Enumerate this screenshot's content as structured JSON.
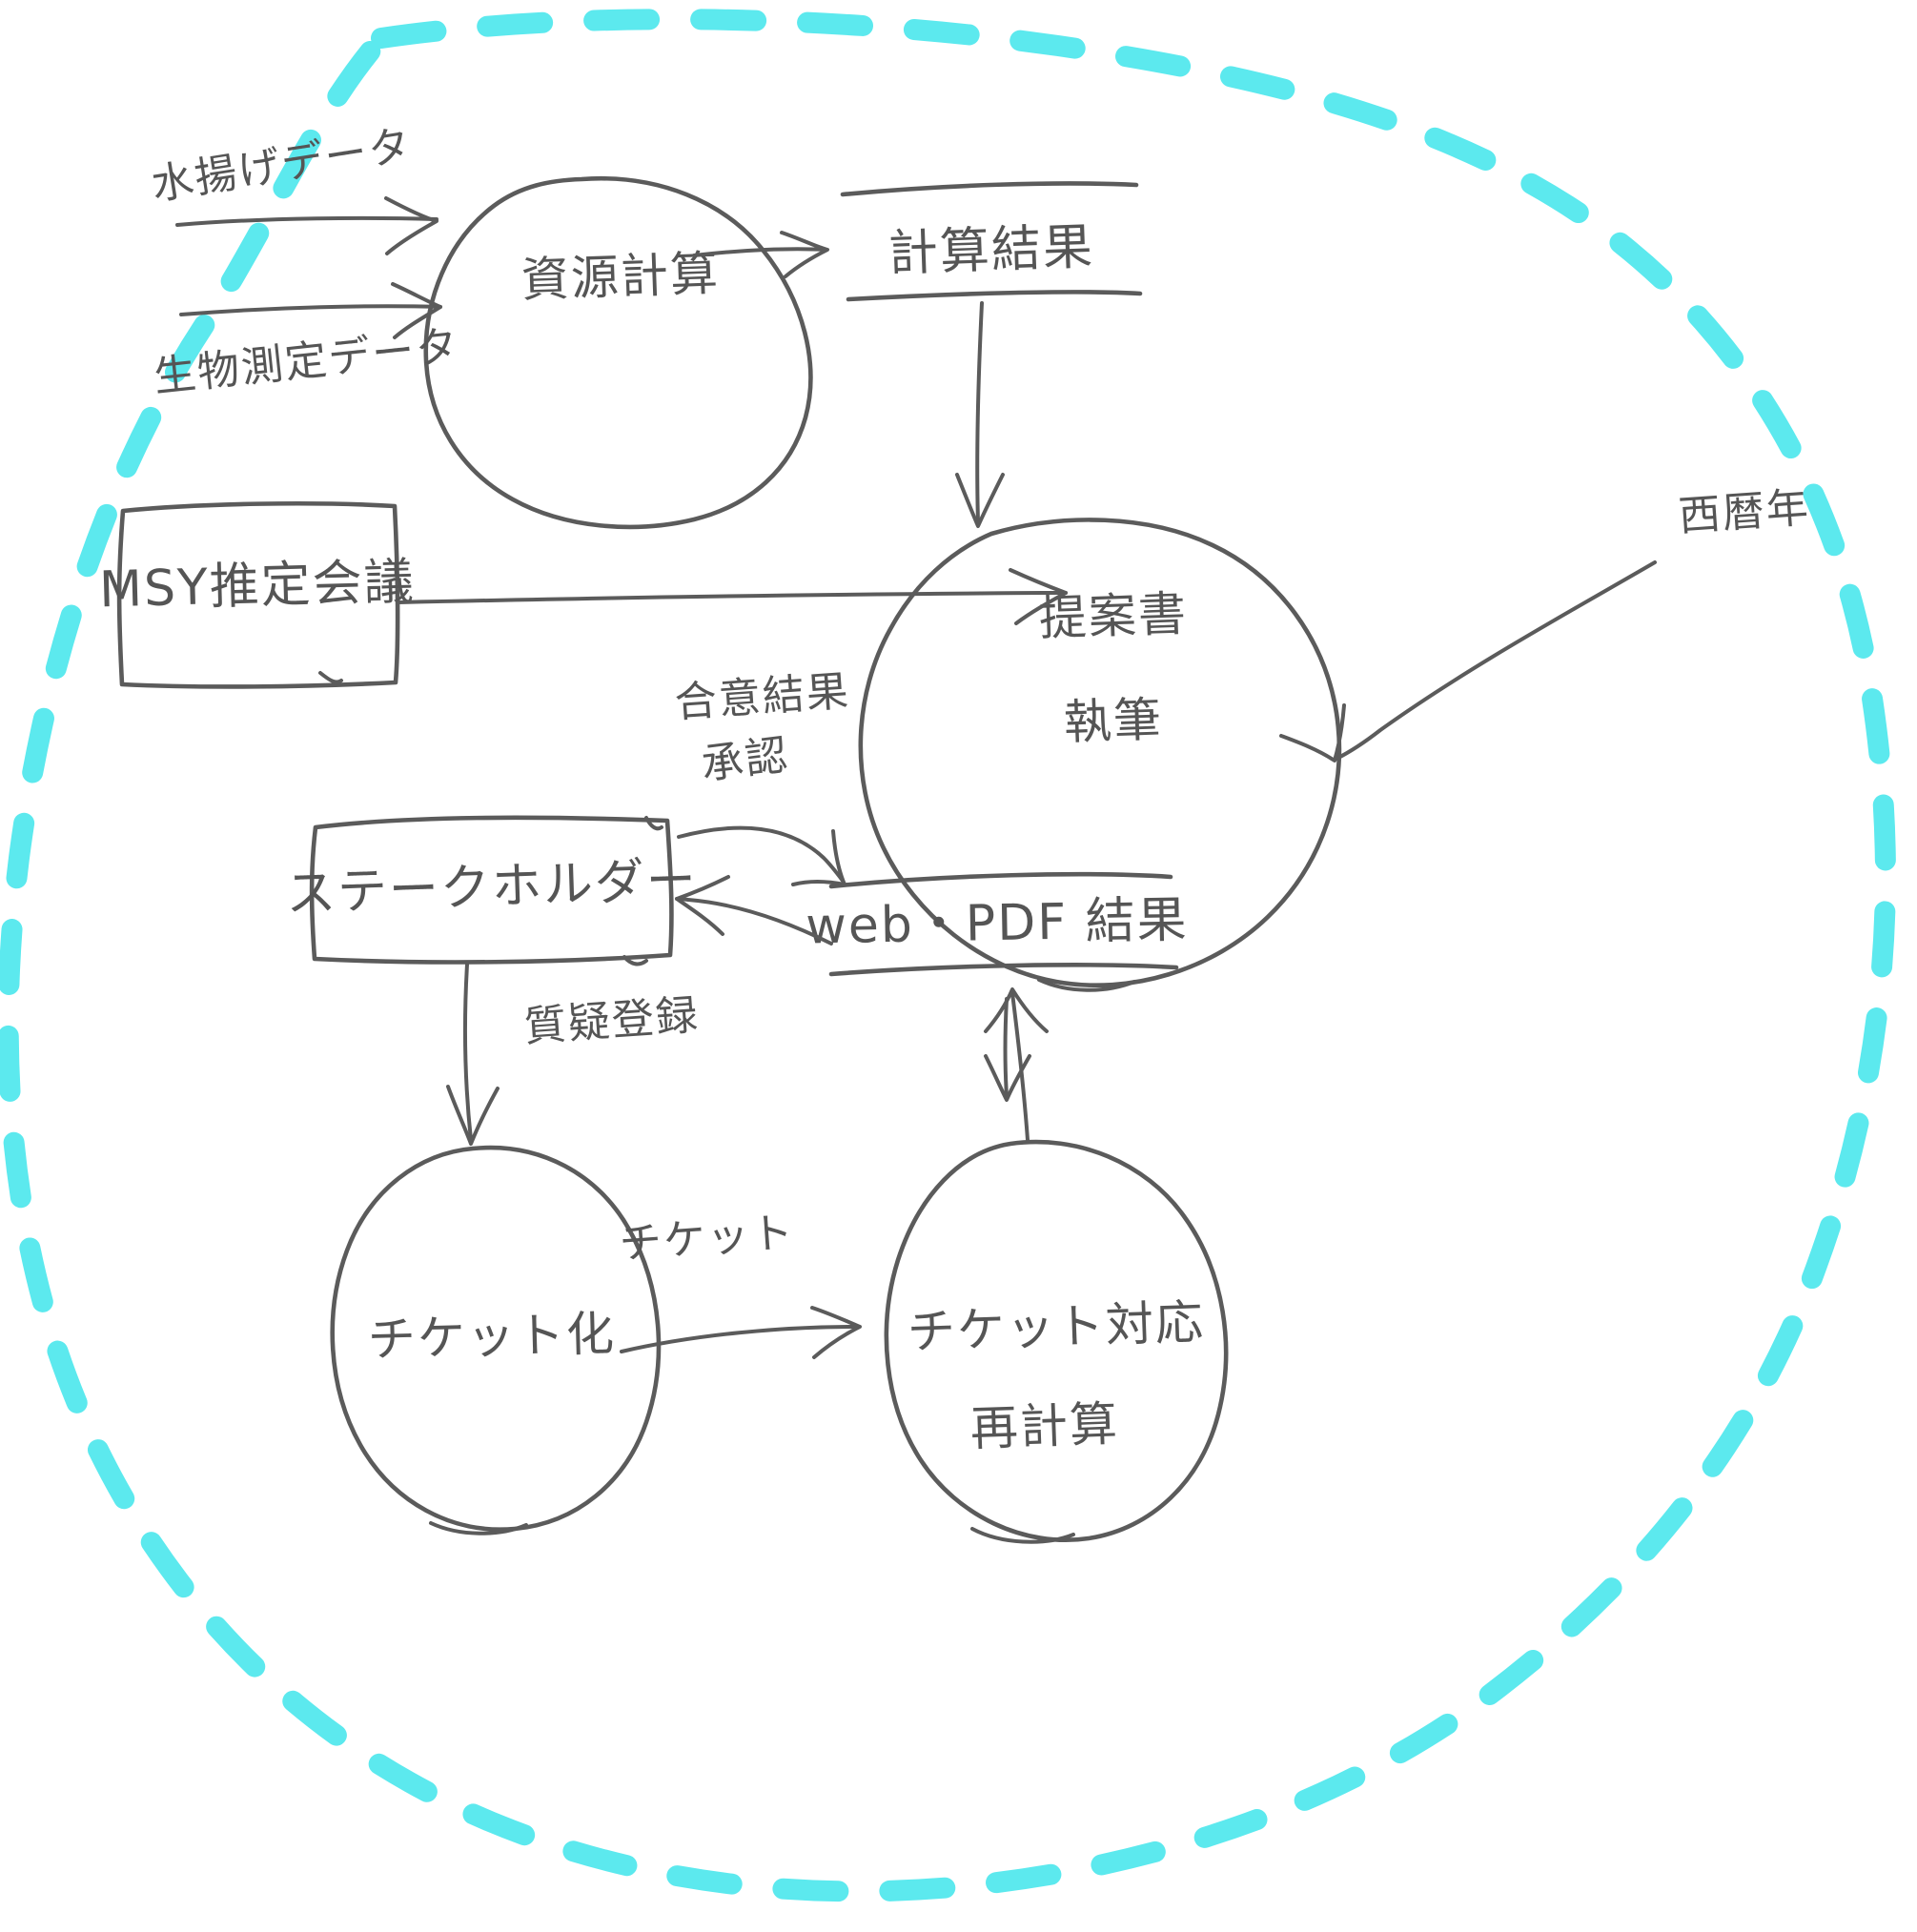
{
  "diagram": {
    "title": "水産資源評価・提案書作成プロセス",
    "style": "hand-drawn data flow diagram",
    "boundary": {
      "name": "system-boundary",
      "color": "#5ce9ee",
      "stroke": "dashed"
    },
    "ink_color": "#5b5b5b",
    "background_color": "#ffffff"
  },
  "nodes": [
    {
      "id": "shigen-keisan",
      "type": "process",
      "shape": "circle",
      "label": "資源計算",
      "lines": [
        "資源計算"
      ]
    },
    {
      "id": "teiansho-shippitsu",
      "type": "process",
      "shape": "circle",
      "label": "提案書 執筆",
      "lines": [
        "提案書",
        "執筆"
      ]
    },
    {
      "id": "ticket-ka",
      "type": "process",
      "shape": "circle",
      "label": "チケット化",
      "lines": [
        "チケット化"
      ]
    },
    {
      "id": "ticket-taiou",
      "type": "process",
      "shape": "circle",
      "label": "チケット対応 再計算",
      "lines": [
        "チケット対応",
        "再計算"
      ]
    },
    {
      "id": "msy-kaigi",
      "type": "external-entity",
      "shape": "rectangle",
      "label": "MSY推定会議",
      "lines": [
        "MSY推定会議"
      ]
    },
    {
      "id": "stakeholder",
      "type": "external-entity",
      "shape": "rectangle",
      "label": "ステークホルダー",
      "lines": [
        "ステークホルダー"
      ]
    },
    {
      "id": "keisan-kekka",
      "type": "data-store",
      "shape": "open-rect",
      "label": "計算結果",
      "lines": [
        "計算結果"
      ]
    },
    {
      "id": "web-pdf-kekka",
      "type": "data-store",
      "shape": "open-rect",
      "label": "web・PDF 結果",
      "lines": [
        "web・PDF 結果"
      ]
    }
  ],
  "edges": [
    {
      "id": "e1",
      "from": "external",
      "to": "shigen-keisan",
      "label": "水揚げデータ"
    },
    {
      "id": "e2",
      "from": "external",
      "to": "shigen-keisan",
      "label": "生物測定データ"
    },
    {
      "id": "e3",
      "from": "shigen-keisan",
      "to": "keisan-kekka",
      "label": ""
    },
    {
      "id": "e4",
      "from": "keisan-kekka",
      "to": "teiansho-shippitsu",
      "label": ""
    },
    {
      "id": "e5",
      "from": "msy-kaigi",
      "to": "teiansho-shippitsu",
      "label": "合意結果"
    },
    {
      "id": "e6",
      "from": "external",
      "to": "teiansho-shippitsu",
      "label": "西暦年"
    },
    {
      "id": "e7",
      "from": "teiansho-shippitsu",
      "to": "web-pdf-kekka",
      "label": ""
    },
    {
      "id": "e8",
      "from": "web-pdf-kekka",
      "to": "stakeholder",
      "label": ""
    },
    {
      "id": "e9",
      "from": "stakeholder",
      "to": "web-pdf-kekka",
      "label": "承認"
    },
    {
      "id": "e10",
      "from": "stakeholder",
      "to": "ticket-ka",
      "label": "質疑登録"
    },
    {
      "id": "e11",
      "from": "ticket-ka",
      "to": "ticket-taiou",
      "label": "チケット"
    },
    {
      "id": "e12",
      "from": "ticket-taiou",
      "to": "web-pdf-kekka",
      "label": ""
    }
  ],
  "labels": {
    "mizuage_data": "水揚げデータ",
    "seibutsu_sokutei_data": "生物測定データ",
    "shigen_keisan": "資源計算",
    "keisan_kekka": "計算結果",
    "seireki_nen": "西暦年",
    "msy_suitei_kaigi": "MSY推定会議",
    "goui_kekka": "合意結果",
    "teiansho_1": "提案書",
    "teiansho_2": "執筆",
    "shounin": "承認",
    "stakeholder": "ステークホルダー",
    "web_pdf_kekka": "web・PDF 結果",
    "shitsugi_touroku": "質疑登録",
    "ticket_ka": "チケット化",
    "ticket": "チケット",
    "ticket_taiou_1": "チケット対応",
    "ticket_taiou_2": "再計算"
  }
}
